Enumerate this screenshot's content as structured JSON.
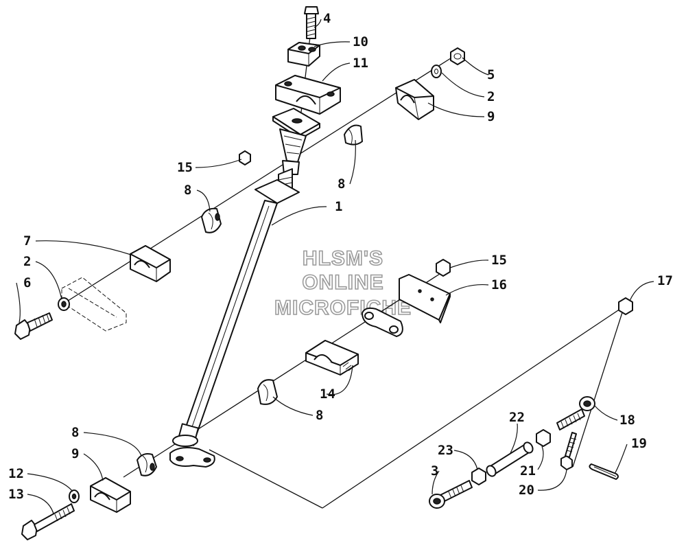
{
  "watermark": {
    "line1": "HLSM'S",
    "line2": "ONLINE",
    "line3": "MICROFICHE"
  },
  "callouts": {
    "c4": "4",
    "c10": "10",
    "c11": "11",
    "c5": "5",
    "c2a": "2",
    "c9a": "9",
    "c15a": "15",
    "c8a": "8",
    "c8b": "8",
    "c1": "1",
    "c7": "7",
    "c2b": "2",
    "c6": "6",
    "c15b": "15",
    "c16": "16",
    "c17": "17",
    "c14": "14",
    "c8c": "8",
    "c8d": "8",
    "c9b": "9",
    "c18": "18",
    "c22": "22",
    "c19": "19",
    "c23": "23",
    "c3": "3",
    "c21": "21",
    "c12": "12",
    "c13": "13",
    "c20": "20"
  }
}
